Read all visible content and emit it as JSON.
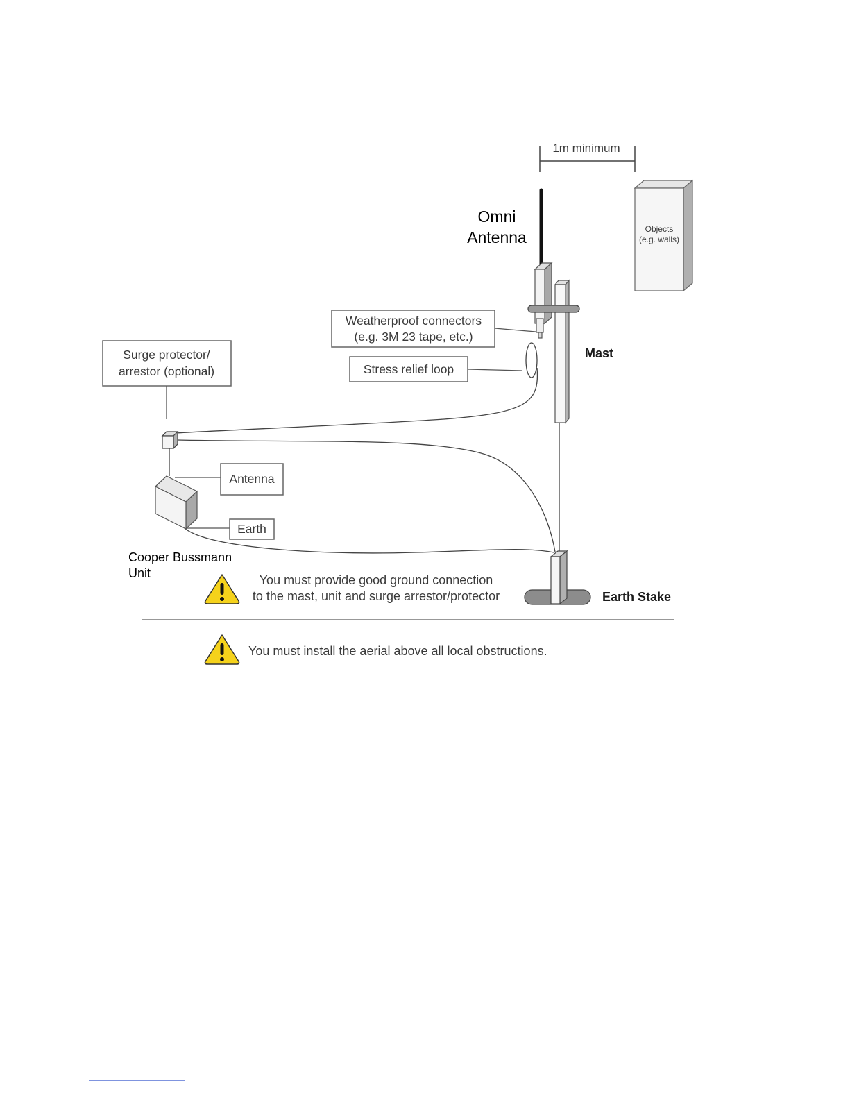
{
  "diagram": {
    "spacing_label": "1m minimum",
    "antenna_title_line1": "Omni",
    "antenna_title_line2": "Antenna",
    "objects_line1": "Objects",
    "objects_line2": "(e.g. walls)",
    "weatherproof_line1": "Weatherproof connectors",
    "weatherproof_line2": "(e.g. 3M 23 tape, etc.)",
    "stress_relief": "Stress relief loop",
    "mast": "Mast",
    "surge_line1": "Surge protector/",
    "surge_line2": "arrestor (optional)",
    "antenna_port": "Antenna",
    "earth_port": "Earth",
    "unit_line1": "Cooper Bussmann",
    "unit_line2": "Unit",
    "earth_stake": "Earth Stake",
    "warning1_line1": "You must provide good ground connection",
    "warning1_line2": "to the mast, unit and surge arrestor/protector",
    "warning2": "You must install the aerial above all local obstructions."
  },
  "colors": {
    "warning_fill": "#f5d21b",
    "line": "#555555"
  }
}
